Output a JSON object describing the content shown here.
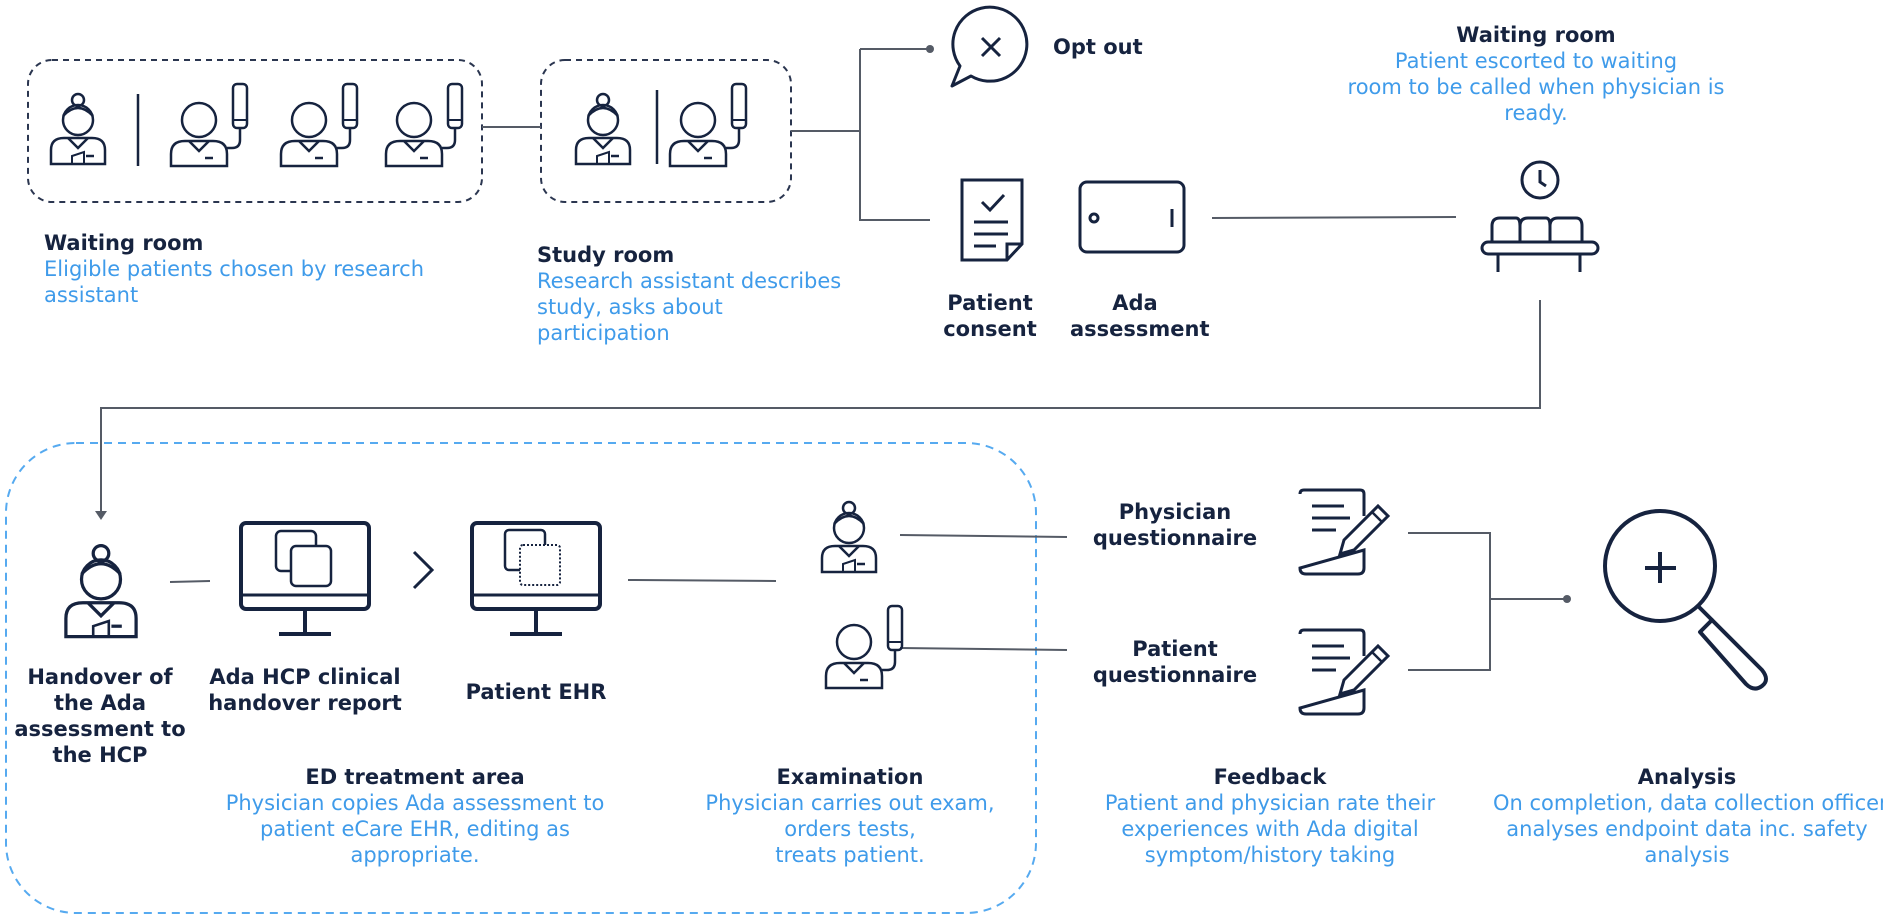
{
  "colors": {
    "dark": "#16233f",
    "light_blue": "#3f9bea",
    "line": "#555b66",
    "dashed_blue": "#56aaf0"
  },
  "stage1": {
    "title": "Waiting room",
    "desc1": "Eligible patients chosen by  research",
    "desc2": "assistant"
  },
  "stage2": {
    "title": "Study room",
    "desc1": "Research assistant describes",
    "desc2": "study, asks about",
    "desc3": "participation"
  },
  "opt_out": {
    "label": "Opt out"
  },
  "consent": {
    "label1": "Patient",
    "label2": "consent"
  },
  "ada": {
    "label1": "Ada",
    "label2": "assessment"
  },
  "stage3": {
    "title": "Waiting room",
    "desc1": "Patient escorted to waiting",
    "desc2": "room to be called when physician is",
    "desc3": "ready."
  },
  "handover": {
    "l1": "Handover of",
    "l2": "the Ada",
    "l3": "assessment to",
    "l4": "the HCP"
  },
  "report": {
    "l1": "Ada HCP clinical",
    "l2": "handover report"
  },
  "ehr": {
    "label": "Patient EHR"
  },
  "ed_area": {
    "title": "ED treatment area",
    "desc1": "Physician copies Ada assessment to",
    "desc2": "patient eCare EHR, editing as",
    "desc3": "appropriate."
  },
  "examination": {
    "title": "Examination",
    "desc1": "Physician carries out  exam,",
    "desc2": "orders tests,",
    "desc3": "treats patient."
  },
  "phys_q": {
    "l1": "Physician",
    "l2": "questionnaire"
  },
  "pat_q": {
    "l1": "Patient",
    "l2": "questionnaire"
  },
  "feedback": {
    "title": "Feedback",
    "desc1": "Patient and physician rate their",
    "desc2": "experiences with Ada digital",
    "desc3": "symptom/history taking"
  },
  "analysis": {
    "title": "Analysis",
    "desc1": "On completion, data collection officer",
    "desc2": "analyses endpoint data inc. safety",
    "desc3": "analysis"
  }
}
